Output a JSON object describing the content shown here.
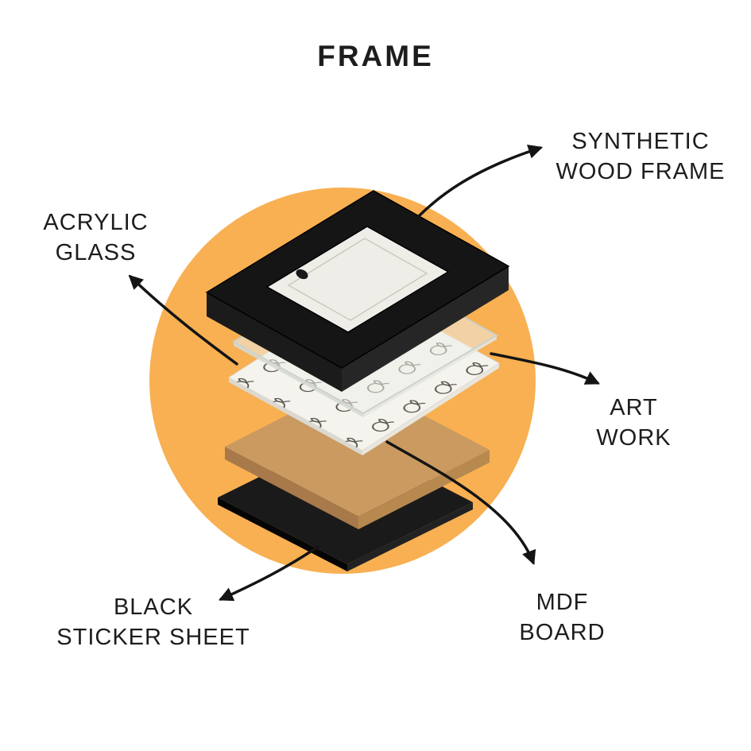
{
  "title": "FRAME",
  "colors": {
    "background": "#ffffff",
    "circle": "#F8B052",
    "arrow": "#141414",
    "text": "#1D1D1F"
  },
  "layers": {
    "synthetic_wood_frame": {
      "label": "SYNTHETIC WOOD FRAME",
      "color": "#151515"
    },
    "acrylic_glass": {
      "label": "ACRYLIC GLASS",
      "color": "#EDEFEA"
    },
    "art_work": {
      "label": "ART WORK",
      "color": "#F5F3ED"
    },
    "mdf_board": {
      "label": "MDF BOARD",
      "color": "#CA9A60"
    },
    "black_sticker_sheet": {
      "label": "BLACK STICKER SHEET",
      "color": "#1A1A1A"
    }
  },
  "labels": {
    "synthetic_wood_frame": {
      "line1": "SYNTHETIC",
      "line2": "WOOD FRAME"
    },
    "acrylic_glass": {
      "line1": "ACRYLIC",
      "line2": "GLASS"
    },
    "art_work": {
      "line1": "ART",
      "line2": "WORK"
    },
    "mdf_board": {
      "line1": "MDF",
      "line2": "BOARD"
    },
    "black_sticker_sheet": {
      "line1": "BLACK",
      "line2": "STICKER SHEET"
    }
  }
}
